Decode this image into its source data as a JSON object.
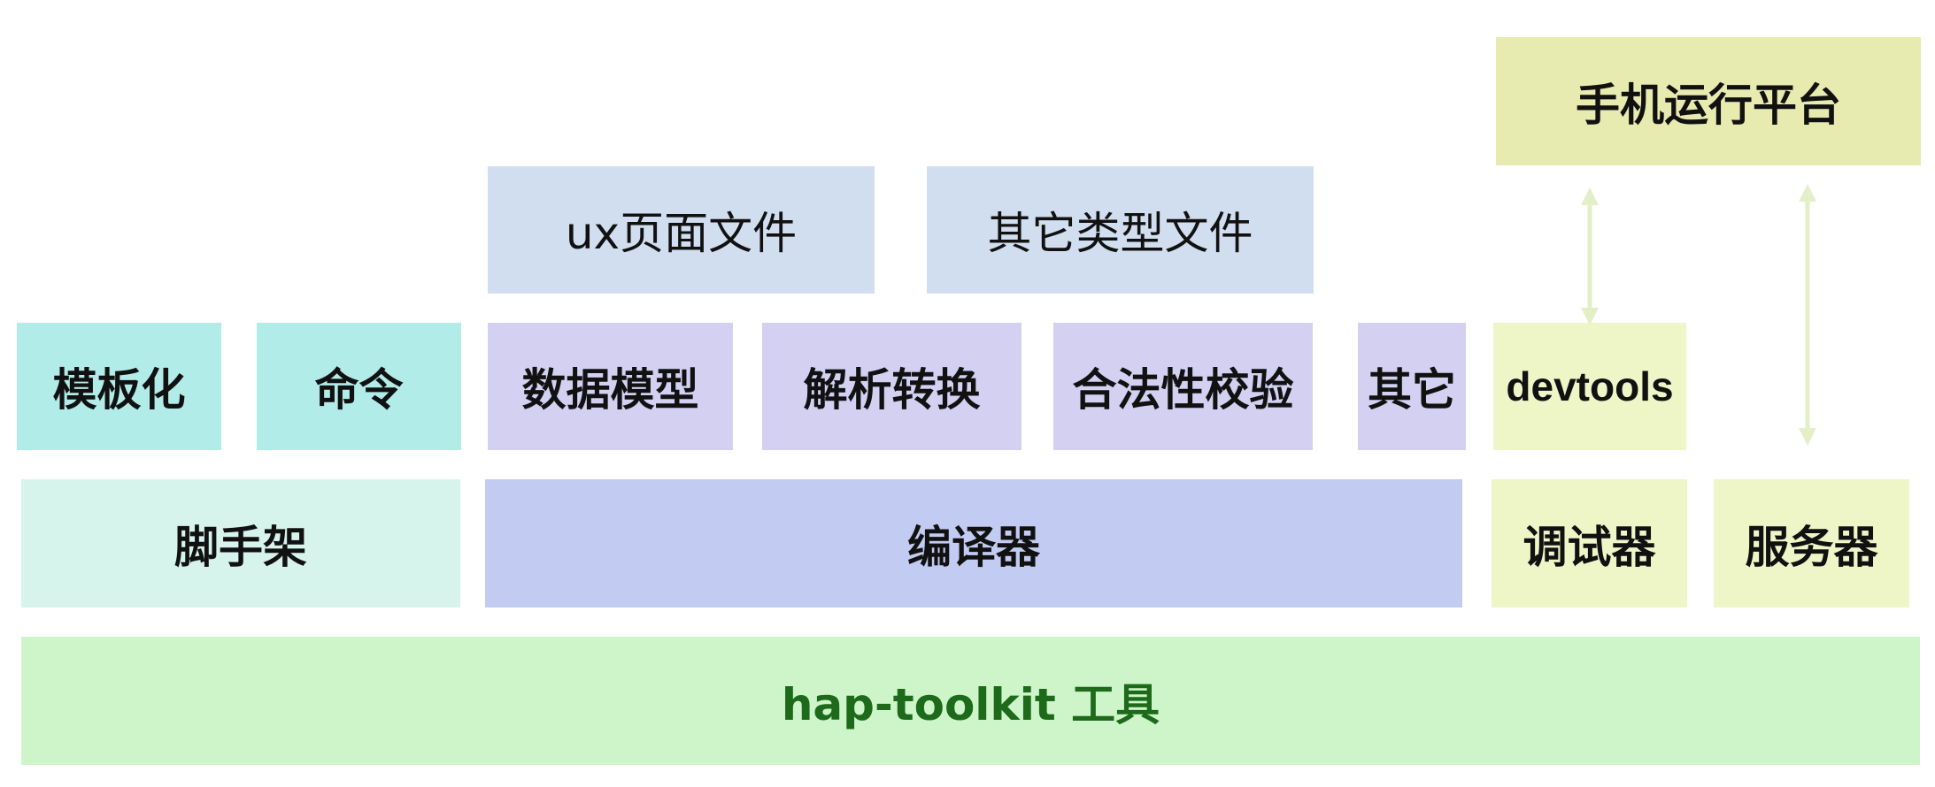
{
  "platform": {
    "mobile_runtime": "手机运行平台"
  },
  "files": {
    "ux_page_file": "ux页面文件",
    "other_file_types": "其它类型文件"
  },
  "modules": {
    "templating": "模板化",
    "command": "命令",
    "data_model": "数据模型",
    "parse_transform": "解析转换",
    "validity_check": "合法性校验",
    "other": "其它",
    "devtools": "devtools"
  },
  "components": {
    "scaffold": "脚手架",
    "compiler": "编译器",
    "debugger": "调试器",
    "server": "服务器"
  },
  "base": {
    "toolkit": "hap-toolkit 工具"
  },
  "colors": {
    "teal": "#b2ece8",
    "mint": "#d6f4ec",
    "lavender": "#d3d0f2",
    "periwinkle": "#c2cbf1",
    "powder": "#d1def0",
    "lime": "#eef6c8",
    "khaki": "#e8ebb0",
    "green_fill": "#cef5c9",
    "green_text": "#1c6a1a",
    "arrow": "#e3efc6"
  }
}
